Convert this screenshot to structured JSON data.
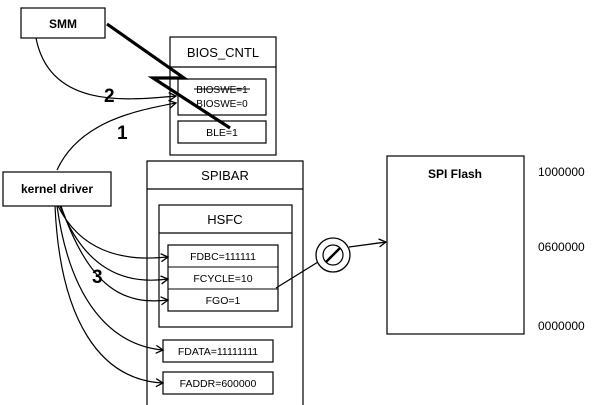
{
  "nodes": {
    "smm": "SMM",
    "bios_cntl": "BIOS_CNTL",
    "bioswe_old": "BIOSWE=1",
    "bioswe_new": "BIOSWE=0",
    "ble": "BLE=1",
    "kernel_driver": "kernel driver",
    "spibar": "SPIBAR",
    "hsfc": "HSFC",
    "fdbc": "FDBC=111111",
    "fcycle": "FCYCLE=10",
    "fgo": "FGO=1",
    "fdata": "FDATA=11111111",
    "faddr": "FADDR=600000",
    "spi_flash": "SPI Flash"
  },
  "steps": {
    "step1": "1",
    "step2": "2",
    "step3": "3"
  },
  "addresses": {
    "top": "1000000",
    "mid": "0600000",
    "bottom": "0000000"
  }
}
